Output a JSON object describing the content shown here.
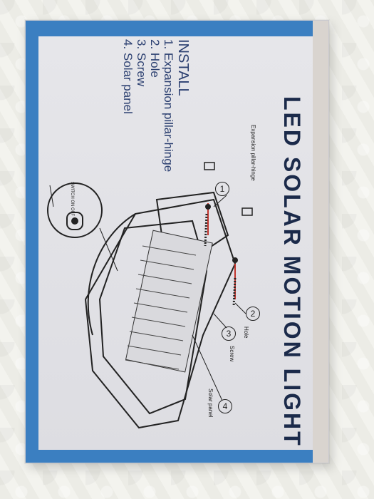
{
  "title": "LED SOLAR MOTION LIGHT",
  "install": {
    "heading": "INSTALL",
    "items": [
      "1. Expansion pillar-hinge",
      "2. Hole",
      "3. Screw",
      "4. Solar panel"
    ]
  },
  "diagram": {
    "labels": {
      "expansion": "Expansion pillar-hinge",
      "hole": "Hole",
      "screw": "Screw",
      "solar": "Solar panel",
      "switch": "SWITCH ON OFF"
    },
    "numbers": [
      "1",
      "2",
      "3",
      "4"
    ]
  },
  "colors": {
    "box_blue": "#3b7fc1",
    "text_navy": "#1b2a4a"
  }
}
